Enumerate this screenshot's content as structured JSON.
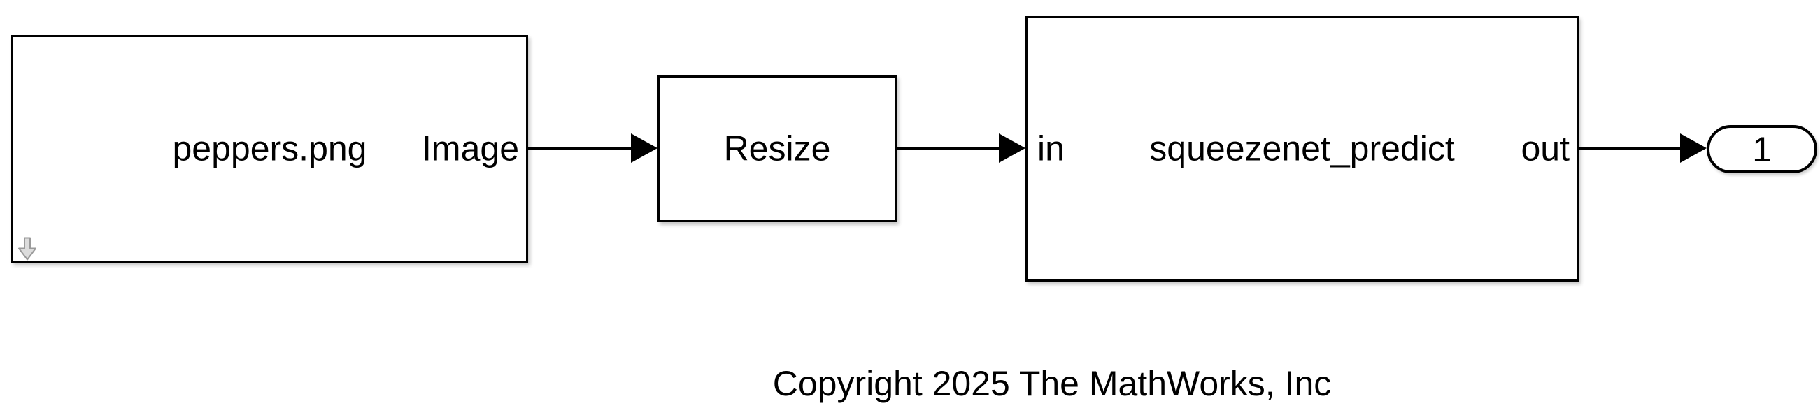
{
  "blocks": {
    "image_source": {
      "file_label": "peppers.png",
      "output_port_label": "Image",
      "badge_icon": "download-arrow-icon"
    },
    "resize": {
      "label": "Resize"
    },
    "predict": {
      "input_port_label": "in",
      "label": "squeezenet_predict",
      "output_port_label": "out"
    },
    "outport": {
      "number": "1"
    }
  },
  "annotation": {
    "copyright": "Copyright 2025 The MathWorks, Inc"
  },
  "colors": {
    "background": "#ffffff",
    "block_fill": "#ffffff",
    "block_border": "#000000",
    "signal_line": "#000000",
    "text": "#000000",
    "badge_fill": "#dcdcdc",
    "badge_stroke": "#9a9a9a"
  }
}
